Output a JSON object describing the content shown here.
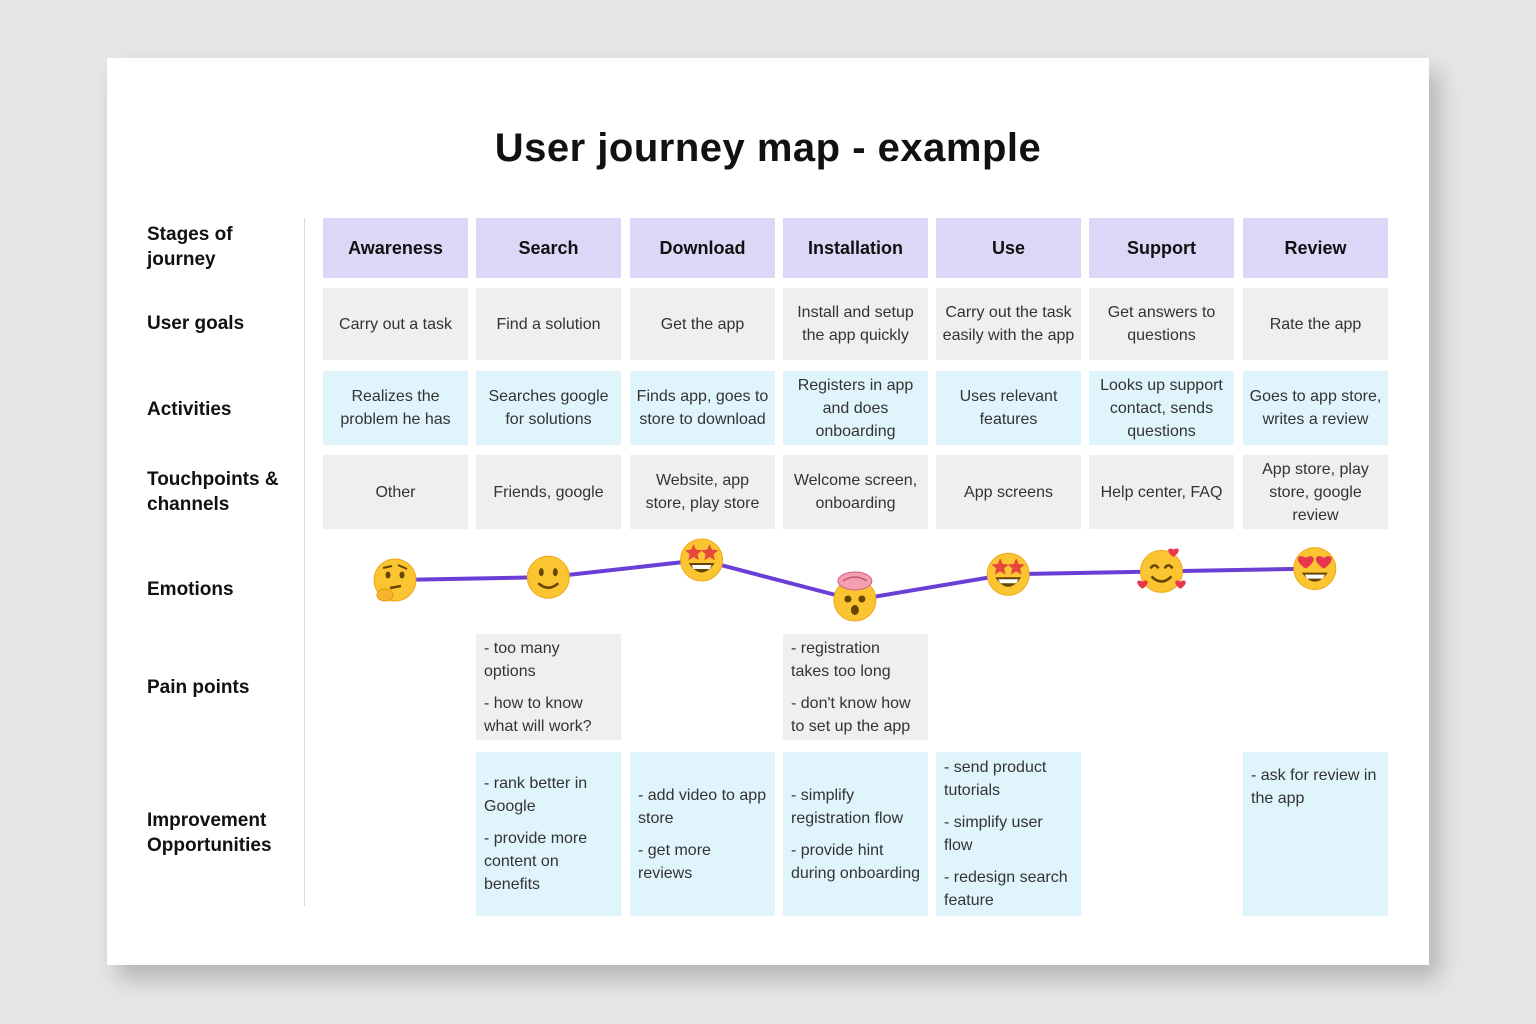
{
  "title": "User journey map - example",
  "row_labels": {
    "stages": "Stages of journey",
    "goals": "User goals",
    "activities": "Activities",
    "touchpoints": "Touchpoints & channels",
    "emotions": "Emotions",
    "pain_points": "Pain points",
    "improvements": "Improvement Opportunities"
  },
  "stages": [
    {
      "stage": "Awareness",
      "goal": "Carry out a task",
      "activity": "Realizes the problem he has",
      "touchpoint": "Other",
      "emotion": "thinking-face-icon"
    },
    {
      "stage": "Search",
      "goal": "Find a solution",
      "activity": "Searches google for solutions",
      "touchpoint": "Friends, google",
      "emotion": "slightly-smiling-face-icon"
    },
    {
      "stage": "Download",
      "goal": "Get the app",
      "activity": "Finds app, goes to store to download",
      "touchpoint": "Website, app store, play store",
      "emotion": "star-struck-face-icon"
    },
    {
      "stage": "Installation",
      "goal": "Install and setup the app quickly",
      "activity": "Registers in app and does onboarding",
      "touchpoint": "Welcome screen, onboarding",
      "emotion": "exploding-head-icon"
    },
    {
      "stage": "Use",
      "goal": "Carry out the task easily with the app",
      "activity": "Uses relevant features",
      "touchpoint": "App screens",
      "emotion": "star-struck-face-icon"
    },
    {
      "stage": "Support",
      "goal": "Get answers to questions",
      "activity": "Looks up support contact, sends questions",
      "touchpoint": "Help center, FAQ",
      "emotion": "smiling-face-with-hearts-icon"
    },
    {
      "stage": "Review",
      "goal": "Rate the app",
      "activity": "Goes to app store, writes a review",
      "touchpoint": "App store, play store, google review",
      "emotion": "heart-eyes-face-icon"
    }
  ],
  "emotion_levels": [
    0.35,
    0.4,
    0.7,
    0.0,
    0.45,
    0.5,
    0.55
  ],
  "pain_points": {
    "search": [
      "- too many options",
      "- how to know what will work?"
    ],
    "installation": [
      "- registration takes too long",
      "- don't know how to set up the app"
    ]
  },
  "improvements": {
    "search": [
      "- rank better in Google",
      "- provide more content on benefits"
    ],
    "download": [
      "- add video to app store",
      "- get more reviews"
    ],
    "installation": [
      "- simplify registration flow",
      "- provide hint during onboarding"
    ],
    "use": [
      "- send product tutorials",
      "- simplify user flow",
      "- redesign search feature"
    ],
    "review": [
      "- ask for review in the app"
    ]
  },
  "colors": {
    "stage_bg": "#ddd7f7",
    "goal_bg": "#efefef",
    "activity_bg": "#dff5fb",
    "line": "#6a3fd6",
    "emoji": "#fbc531"
  }
}
